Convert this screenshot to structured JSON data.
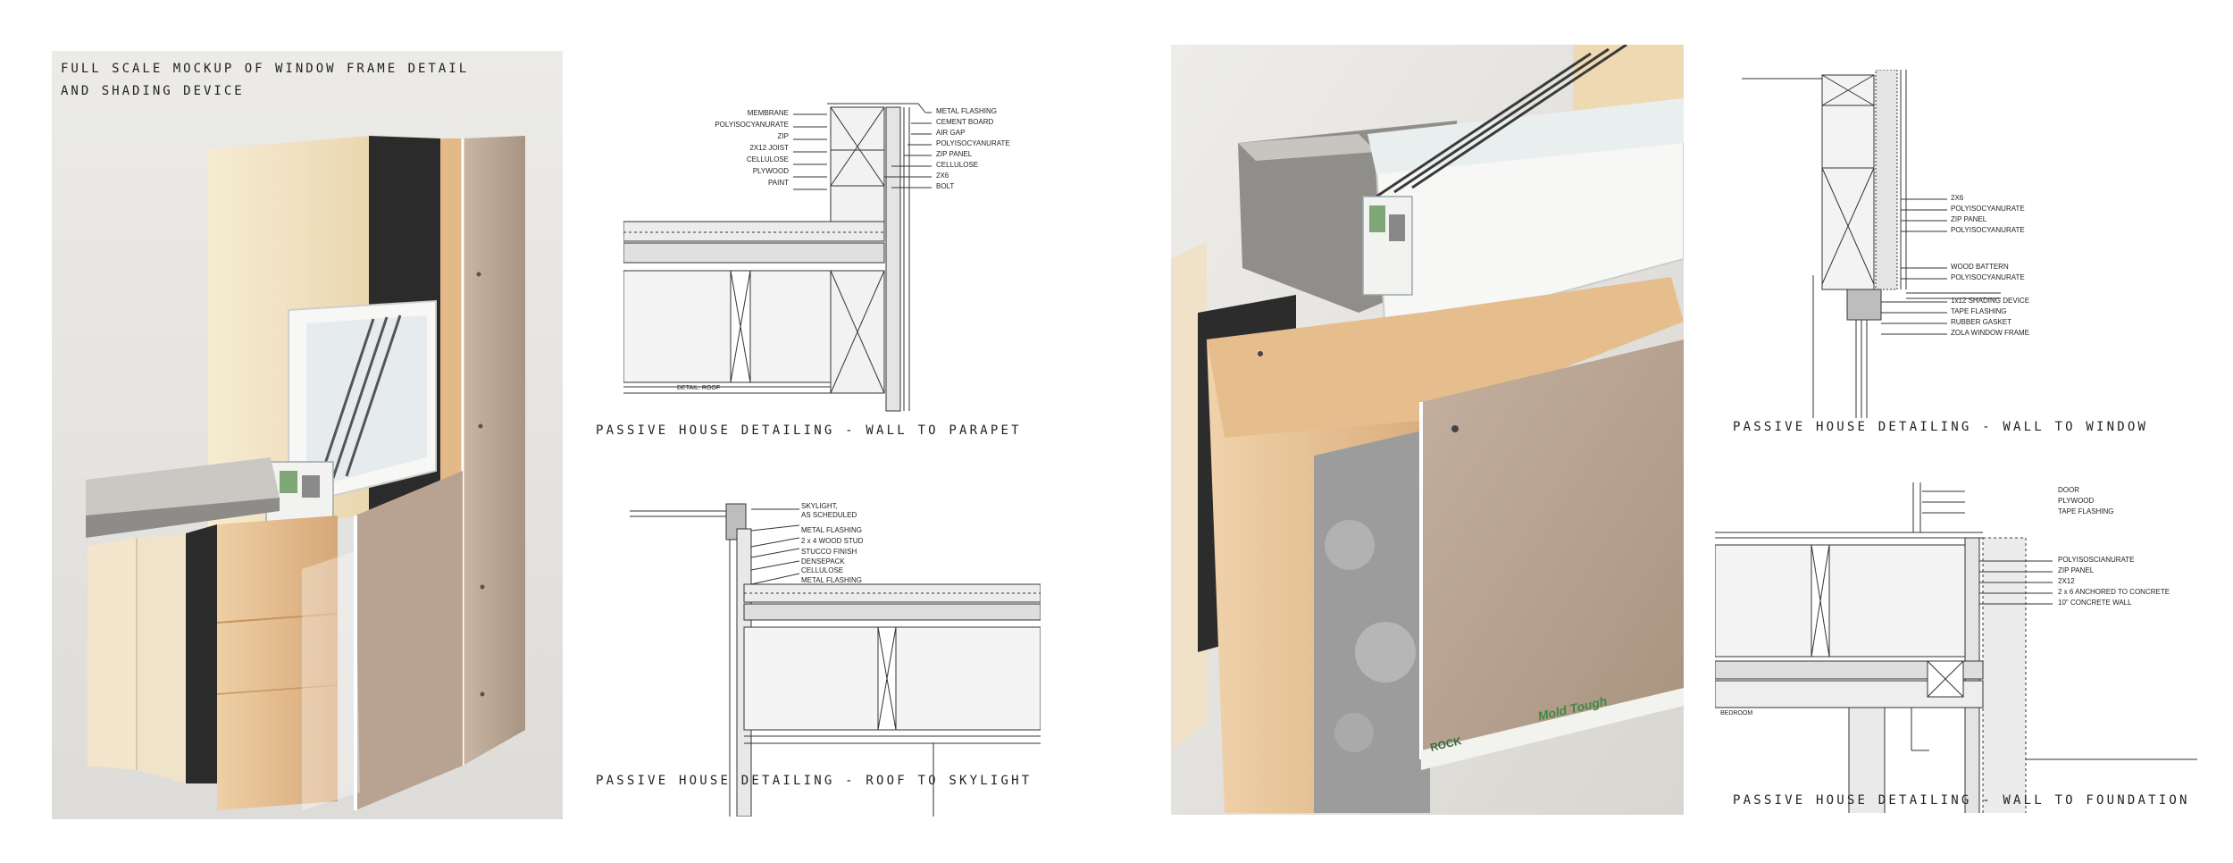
{
  "photo1": {
    "caption_line1": "FULL SCALE MOCKUP OF WINDOW FRAME DETAIL",
    "caption_line2": "AND SHADING DEVICE"
  },
  "parapet": {
    "caption": "PASSIVE HOUSE DETAILING - WALL TO PARAPET",
    "left_labels": [
      "MEMBRANE",
      "POLYISOCYANURATE",
      "ZIP",
      "2X12 JOIST",
      "CELLULOSE",
      "PLYWOOD",
      "PAINT"
    ],
    "right_labels": [
      "METAL FLASHING",
      "CEMENT BOARD",
      "AIR GAP",
      "POLYISOCYANURATE",
      "ZIP PANEL",
      "CELLULOSE",
      "2X6",
      "BOLT"
    ],
    "note": "DETAIL: ROOF"
  },
  "skylight": {
    "caption": "PASSIVE HOUSE DETAILING - ROOF TO SKYLIGHT",
    "labels": [
      "SKYLIGHT,",
      "AS SCHEDULED",
      "METAL FLASHING",
      "2 x 4 WOOD STUD",
      "STUCCO FINISH",
      "DENSEPACK",
      "CELLULOSE",
      "METAL FLASHING"
    ]
  },
  "window": {
    "caption": "PASSIVE HOUSE DETAILING - WALL TO WINDOW",
    "labels_top": [
      "2X6",
      "POLYISOCYANURATE",
      "ZIP PANEL",
      "POLYISOCYANURATE"
    ],
    "labels_mid": [
      "WOOD BATTERN",
      "POLYISOCYANURATE"
    ],
    "labels_bot": [
      "1x12 SHADING DEVICE",
      "TAPE FLASHING",
      "RUBBER GASKET",
      "ZOLA WINDOW FRAME"
    ]
  },
  "foundation": {
    "caption": "PASSIVE HOUSE DETAILING - WALL TO FOUNDATION",
    "labels_top": [
      "DOOR",
      "PLYWOOD",
      "TAPE FLASHING"
    ],
    "labels_mid": [
      "POLYISOSCIANURATE",
      "ZIP PANEL",
      "2X12",
      "2 x 6 ANCHORED TO CONCRETE",
      "10\" CONCRETE WALL"
    ],
    "note": "BEDROOM"
  },
  "photo2": {
    "board_text_1": "ROCK",
    "board_text_2": "Mold Tough"
  },
  "colors": {
    "wood": "#e2b98a",
    "plywood": "#f1e2c2",
    "gypsum": "#b9a796",
    "tape": "#2a2a2a",
    "insulation": "#9a9a9a",
    "frame": "#f4f4f2"
  }
}
